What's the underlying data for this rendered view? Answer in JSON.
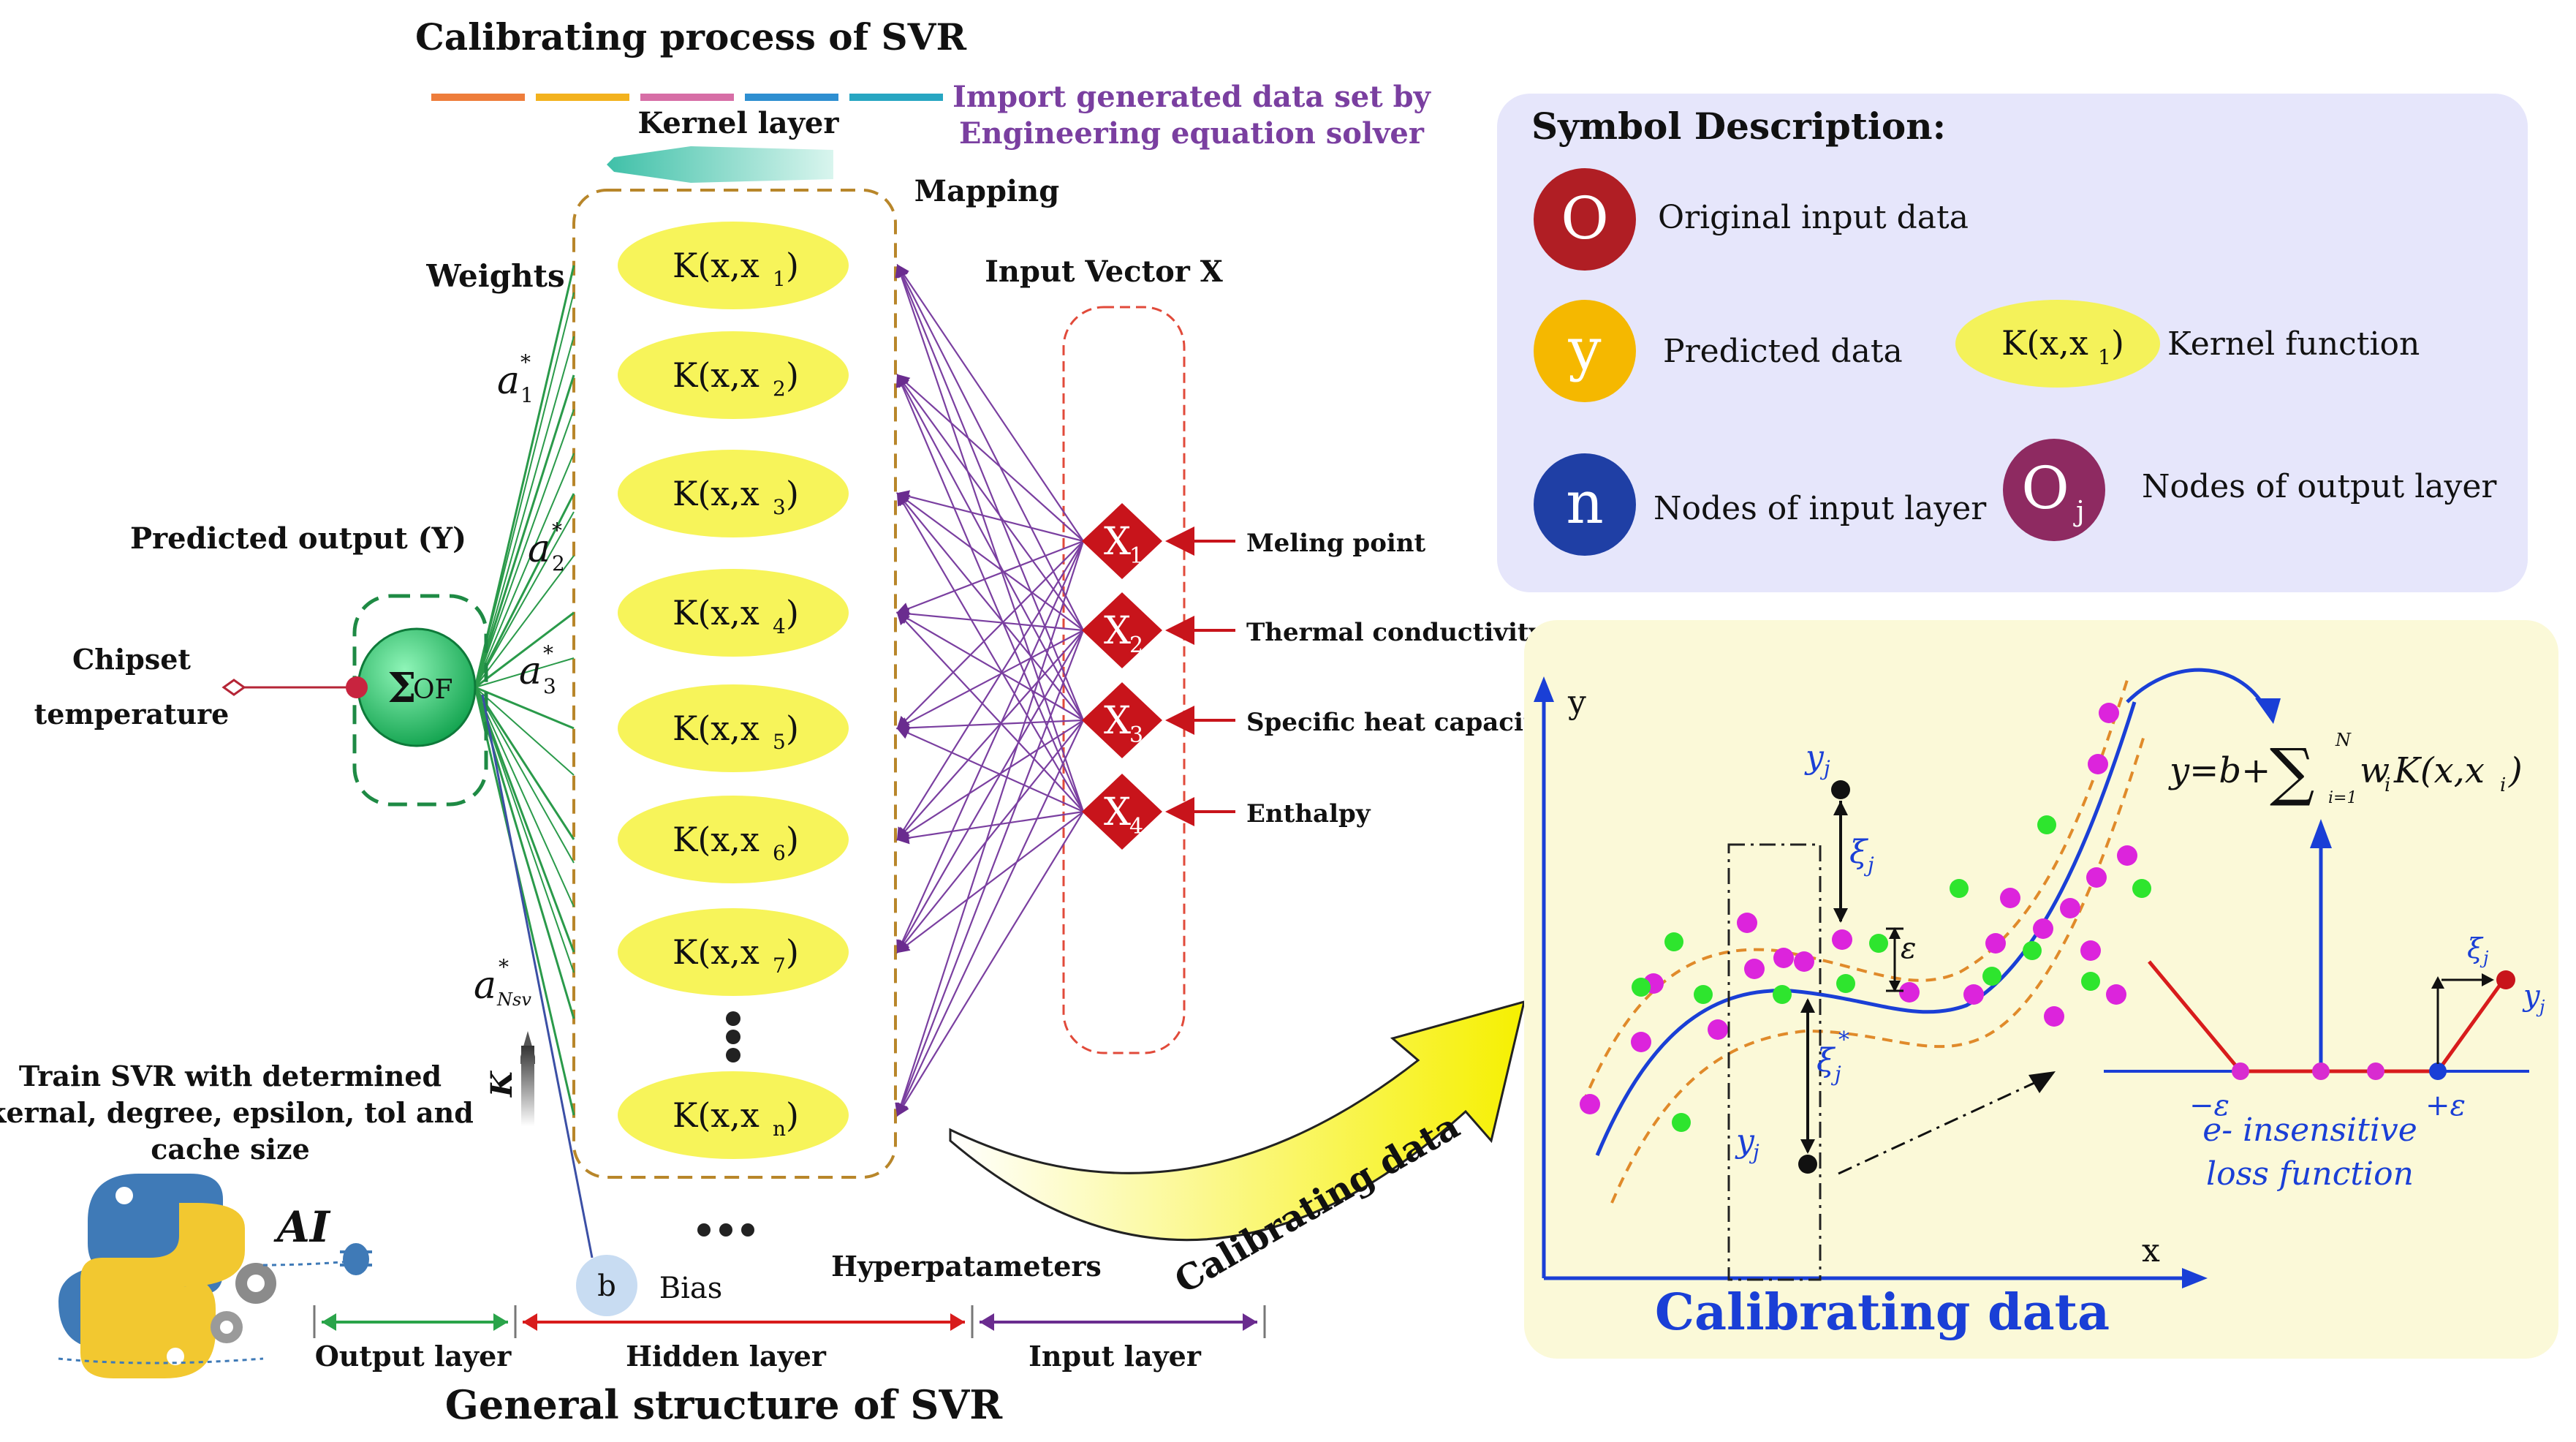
{
  "titles": {
    "top": "Calibrating process of SVR",
    "bottom": "General structure of SVR"
  },
  "kernel_layer": "Kernel layer",
  "import_note": [
    "Import generated data set by",
    "Engineering equation solver"
  ],
  "mapping": "Mapping",
  "input_vector": "Input Vector X",
  "weights": "Weights",
  "weight_labels": [
    "a",
    "a",
    "a",
    "a"
  ],
  "weight_subs": [
    "1",
    "2",
    "3",
    "Nsv"
  ],
  "weight_star": "*",
  "predicted_output": "Predicted output (Y)",
  "chipset": [
    "Chipset",
    "temperature"
  ],
  "sum_node": {
    "sigma": "Σ",
    "text": "OF"
  },
  "kernels": [
    {
      "main": "K(x,x",
      "sub": "1",
      "close": ")"
    },
    {
      "main": "K(x,x",
      "sub": "2",
      "close": ")"
    },
    {
      "main": "K(x,x",
      "sub": "3",
      "close": ")"
    },
    {
      "main": "K(x,x",
      "sub": "4",
      "close": ")"
    },
    {
      "main": "K(x,x",
      "sub": "5",
      "close": ")"
    },
    {
      "main": "K(x,x",
      "sub": "6",
      "close": ")"
    },
    {
      "main": "K(x,x",
      "sub": "7",
      "close": ")"
    },
    {
      "main": "K(x,x",
      "sub": "n",
      "close": ")"
    }
  ],
  "inputs": [
    {
      "letter": "X",
      "sub": "1",
      "label": "Meling point"
    },
    {
      "letter": "X",
      "sub": "2",
      "label": "Thermal conductivity"
    },
    {
      "letter": "X",
      "sub": "3",
      "label": "Specific heat capacity"
    },
    {
      "letter": "X",
      "sub": "4",
      "label": "Enthalpy"
    }
  ],
  "k_arrow_label": "K",
  "train_note": [
    "Train SVR with determined",
    "kernal, degree, epsilon, tol and",
    "cache size"
  ],
  "ai_label": "AI",
  "bias": {
    "node": "b",
    "label": "Bias"
  },
  "hyperparameters": "Hyperpatameters",
  "layers": [
    "Output layer",
    "Hidden layer",
    "Input layer"
  ],
  "calibrating_arrow": "Calibrating data",
  "legend": {
    "title": "Symbol Description:",
    "items": [
      {
        "symbol": "O",
        "label": "Original input data",
        "color": "#b01e24"
      },
      {
        "symbol": "y",
        "label": "Predicted data",
        "color": "#f5b800"
      },
      {
        "symbol": "K(x,x",
        "sub": "1",
        "label": "Kernel function",
        "color": "#f4f25a"
      },
      {
        "symbol": "n",
        "label": "Nodes of input layer",
        "color": "#1f3fa5"
      },
      {
        "symbol": "O",
        "sub": "j",
        "label": "Nodes of output layer",
        "color": "#8e2a61"
      }
    ]
  },
  "calib_panel": {
    "title": "Calibrating data",
    "y_axis": "y",
    "x_axis": "x",
    "formula": {
      "lhs": "y=b+",
      "sum": "∑",
      "upper": "N",
      "lower": "i=1",
      "rhs": "w",
      "rhs_sub": "i",
      "tail": "K(x,x",
      "tail_sub": "i",
      "end": ")"
    },
    "y_top": "y",
    "y_top_sub": "j",
    "y_bottom": "y",
    "y_bottom_sub": "j",
    "xi": "ξ",
    "xi_sub": "j",
    "xi_star": "*",
    "epsilon": "ε",
    "neg_eps": "−ε",
    "pos_eps": "+ε",
    "loss": [
      "e- insensitive",
      "loss function"
    ],
    "y_right": "y",
    "y_right_sub": "j"
  },
  "colors": {
    "kernel_fill": "#f7f45a",
    "input_node": "#c8141b",
    "sum_node": "#1cc86a",
    "legend_bg": "#e6e6fb",
    "calib_bg": "#fbf9d8",
    "purple": "#7a3fa0",
    "green_line": "#2a9a4a",
    "blue": "#1a3fd6"
  }
}
